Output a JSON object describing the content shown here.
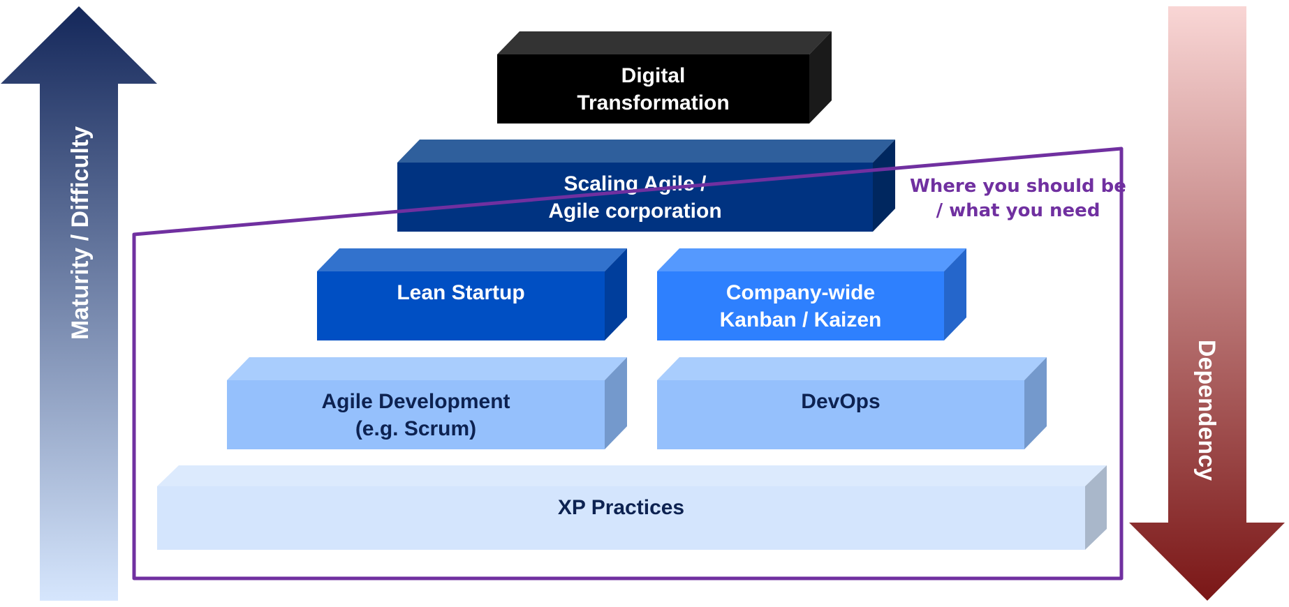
{
  "diagram": {
    "title": "Agile maturity pyramid",
    "left_arrow": {
      "label": "Maturity / Difficulty",
      "direction": "up",
      "color_top": "#14275a",
      "color_bottom": "#d6e6fd"
    },
    "right_arrow": {
      "label": "Dependency",
      "direction": "down",
      "color_top": "#f9d6d5",
      "color_bottom": "#7a1616"
    },
    "annotation": {
      "lines": [
        "Where you should be",
        "/ what you need"
      ],
      "color": "#7030a0"
    },
    "blocks": [
      {
        "id": "digital-transformation",
        "lines": [
          "Digital",
          "Transformation"
        ],
        "level": 1,
        "front": "#000000",
        "top": "#333333",
        "side": "#1a1a1a",
        "text_color": "#ffffff"
      },
      {
        "id": "scaling-agile",
        "lines": [
          "Scaling Agile /",
          "Agile corporation"
        ],
        "level": 2,
        "front": "#003381",
        "top": "#2f5f9c",
        "side": "#00275f",
        "text_color": "#ffffff"
      },
      {
        "id": "lean-startup",
        "lines": [
          "Lean Startup"
        ],
        "level": 3,
        "front": "#004fc3",
        "top": "#3272cd",
        "side": "#003e9c",
        "text_color": "#ffffff"
      },
      {
        "id": "company-wide-kanban",
        "lines": [
          "Company-wide",
          "Kanban / Kaizen"
        ],
        "level": 3,
        "front": "#2e80fe",
        "top": "#5599fe",
        "side": "#2566cb",
        "text_color": "#ffffff"
      },
      {
        "id": "agile-development",
        "lines": [
          "Agile Development",
          "(e.g. Scrum)"
        ],
        "level": 4,
        "front": "#95c0fc",
        "top": "#a9cdfd",
        "side": "#7499cc",
        "text_color": "#0d2251"
      },
      {
        "id": "devops",
        "lines": [
          "DevOps"
        ],
        "level": 4,
        "front": "#95c0fc",
        "top": "#a9cdfd",
        "side": "#7499cc",
        "text_color": "#0d2251"
      },
      {
        "id": "xp-practices",
        "lines": [
          "XP Practices"
        ],
        "level": 5,
        "front": "#d4e5fd",
        "top": "#dceafd",
        "side": "#a9b7ca",
        "text_color": "#0d2251"
      }
    ]
  }
}
